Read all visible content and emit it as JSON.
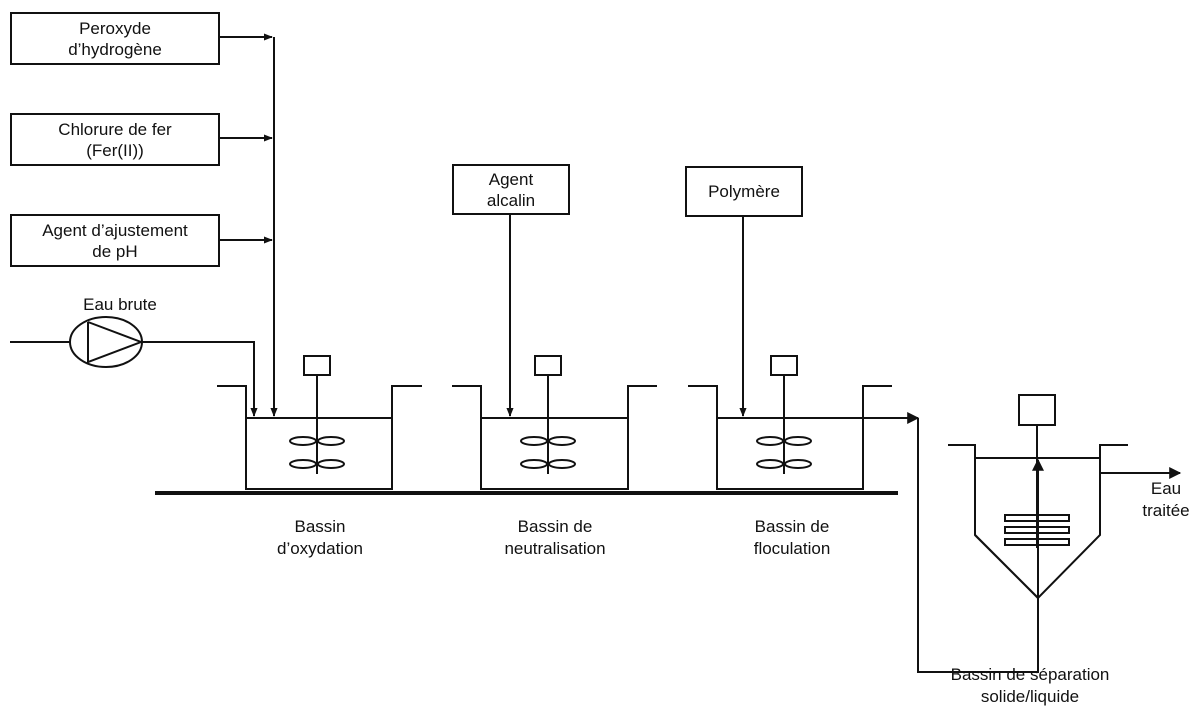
{
  "reagents": {
    "peroxyde": {
      "l1": "Peroxyde",
      "l2": "d’hydrogène"
    },
    "chlorure": {
      "l1": "Chlorure de fer",
      "l2": "(Fer(II))"
    },
    "agent_ph": {
      "l1": "Agent d’ajustement",
      "l2": "de pH"
    },
    "alcalin": {
      "l1": "Agent",
      "l2": "alcalin"
    },
    "polymere": {
      "l1": "Polymère"
    }
  },
  "inlet": {
    "label": "Eau brute"
  },
  "basins": {
    "oxydation": {
      "l1": "Bassin",
      "l2": "d’oxydation"
    },
    "neutralisation": {
      "l1": "Bassin de",
      "l2": "neutralisation"
    },
    "floculation": {
      "l1": "Bassin de",
      "l2": "floculation"
    },
    "separation": {
      "l1": "Bassin de séparation",
      "l2": "solide/liquide"
    }
  },
  "outlet": {
    "l1": "Eau",
    "l2": "traitée"
  },
  "colors": {
    "stroke": "#111111",
    "background": "#ffffff"
  }
}
